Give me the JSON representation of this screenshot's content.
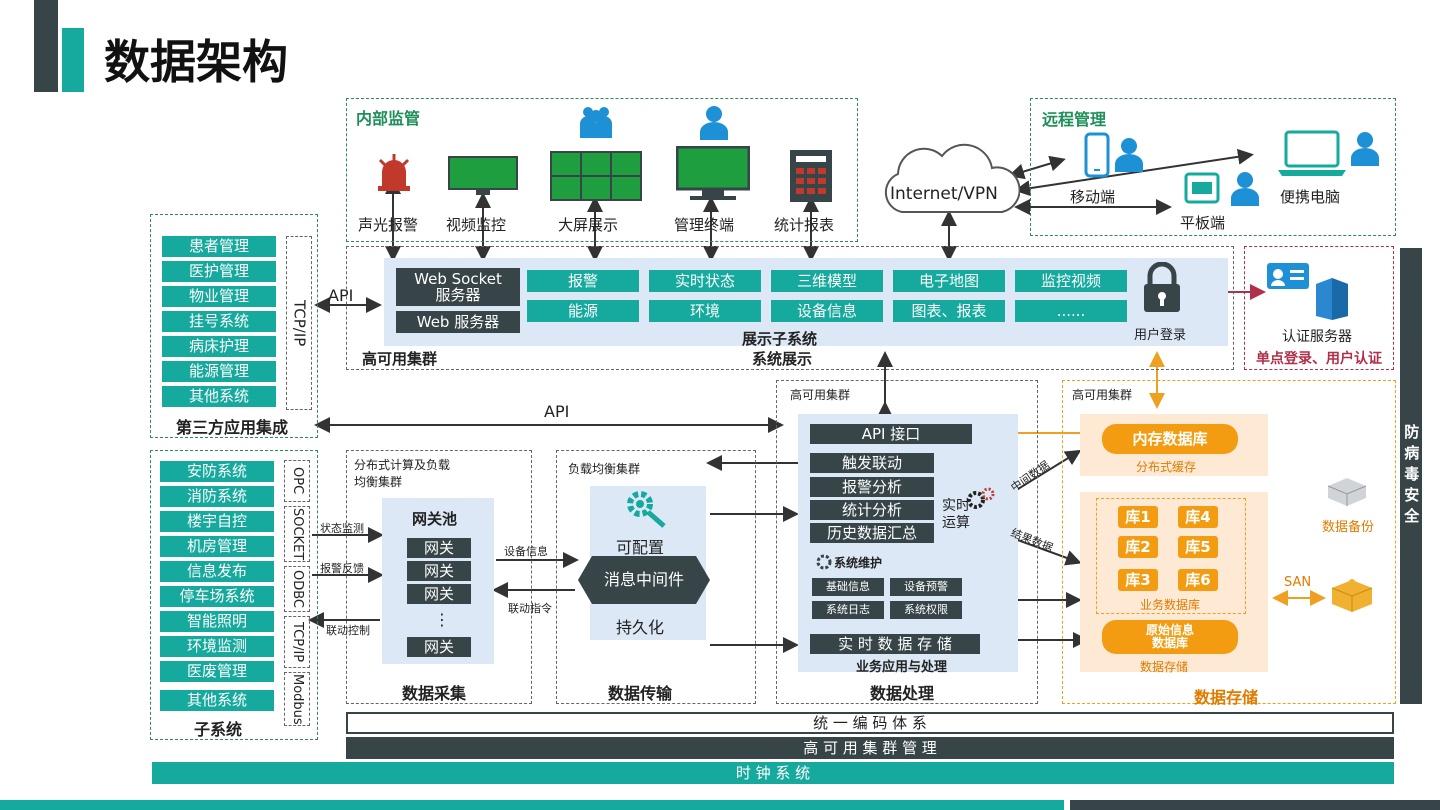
{
  "title": "数据架构",
  "internal": {
    "title": "内部监管",
    "items": [
      "声光报警",
      "视频监控",
      "大屏展示",
      "管理终端",
      "统计报表"
    ]
  },
  "remote": {
    "title": "远程管理",
    "internet": "Internet/VPN",
    "mobile": "移动端",
    "tablet": "平板端",
    "laptop": "便携电脑"
  },
  "third_party": {
    "items": [
      "患者管理",
      "医护管理",
      "物业管理",
      "挂号系统",
      "病床护理",
      "能源管理",
      "其他系统"
    ],
    "protocol": "TCP/IP",
    "footer": "第三方应用集成",
    "api_top": "API",
    "api_mid": "API"
  },
  "display": {
    "websocket": "Web Socket\n服务器",
    "web_server": "Web 服务器",
    "cells": [
      "报警",
      "实时状态",
      "三维模型",
      "电子地图",
      "监控视频",
      "能源",
      "环境",
      "设备信息",
      "图表、报表",
      "......"
    ],
    "cluster_label": "高可用集群",
    "subsystem_label": "展示子系统",
    "system_label": "系统展示",
    "user_login": "用户登录"
  },
  "auth": {
    "server": "认证服务器",
    "sso": "单点登录、用户认证"
  },
  "subsystems": {
    "items": [
      "安防系统",
      "消防系统",
      "楼宇自控",
      "机房管理",
      "信息发布",
      "停车场系统",
      "智能照明",
      "环境监测",
      "医废管理",
      "其他系统"
    ],
    "protocols": [
      "OPC",
      "SOCKET",
      "ODBC",
      "TCP/IP",
      "Modbus"
    ],
    "footer": "子系统"
  },
  "collection": {
    "top": "分布式计算及负载\n均衡集群",
    "pool": "网关池",
    "gateways": [
      "网关",
      "网关",
      "网关",
      "网关"
    ],
    "dots": "⋮",
    "footer": "数据采集",
    "state_monitor": "状态监测",
    "alarm_feedback": "报警反馈",
    "linkage_control": "联动控制",
    "device_info": "设备信息",
    "linkage_cmd": "联动指令"
  },
  "transfer": {
    "top": "负载均衡集群",
    "configurable": "可配置",
    "middleware": "消息中间件",
    "persistent": "持久化",
    "footer": "数据传输"
  },
  "processing": {
    "cluster": "高可用集群",
    "api": "API 接口",
    "trigger": "触发联动",
    "alarm_analysis": "报警分析",
    "stat_analysis": "统计分析",
    "history": "历史数据汇总",
    "realtime": "实时\n运算",
    "maint": "系统维护",
    "maint_items": [
      "基础信息",
      "设备预警",
      "系统日志",
      "系统权限"
    ],
    "storage": "实 时 数 据 存 储",
    "app_label": "业务应用与处理",
    "footer": "数据处理",
    "mid_data": "中间数据",
    "result_data": "结果数据"
  },
  "storage": {
    "cluster": "高可用集群",
    "memdb": "内存数据库",
    "cache": "分布式缓存",
    "dbs": [
      "库1",
      "库4",
      "库2",
      "库5",
      "库3",
      "库6"
    ],
    "bizdb": "业务数据库",
    "rawdb": "原始信息\n数据库",
    "store": "数据存储",
    "footer": "数据存储",
    "backup": "数据备份",
    "san": "SAN"
  },
  "security": "防病毒安全",
  "bottom": {
    "encoding": "统 一 编 码 体 系",
    "cluster_mgmt": "高 可 用 集 群 管 理",
    "clock": "时 钟 系 统"
  },
  "colors": {
    "teal": "#16a99d",
    "dark": "#374448",
    "orange": "#f39c12",
    "blue": "#1e90d6"
  }
}
